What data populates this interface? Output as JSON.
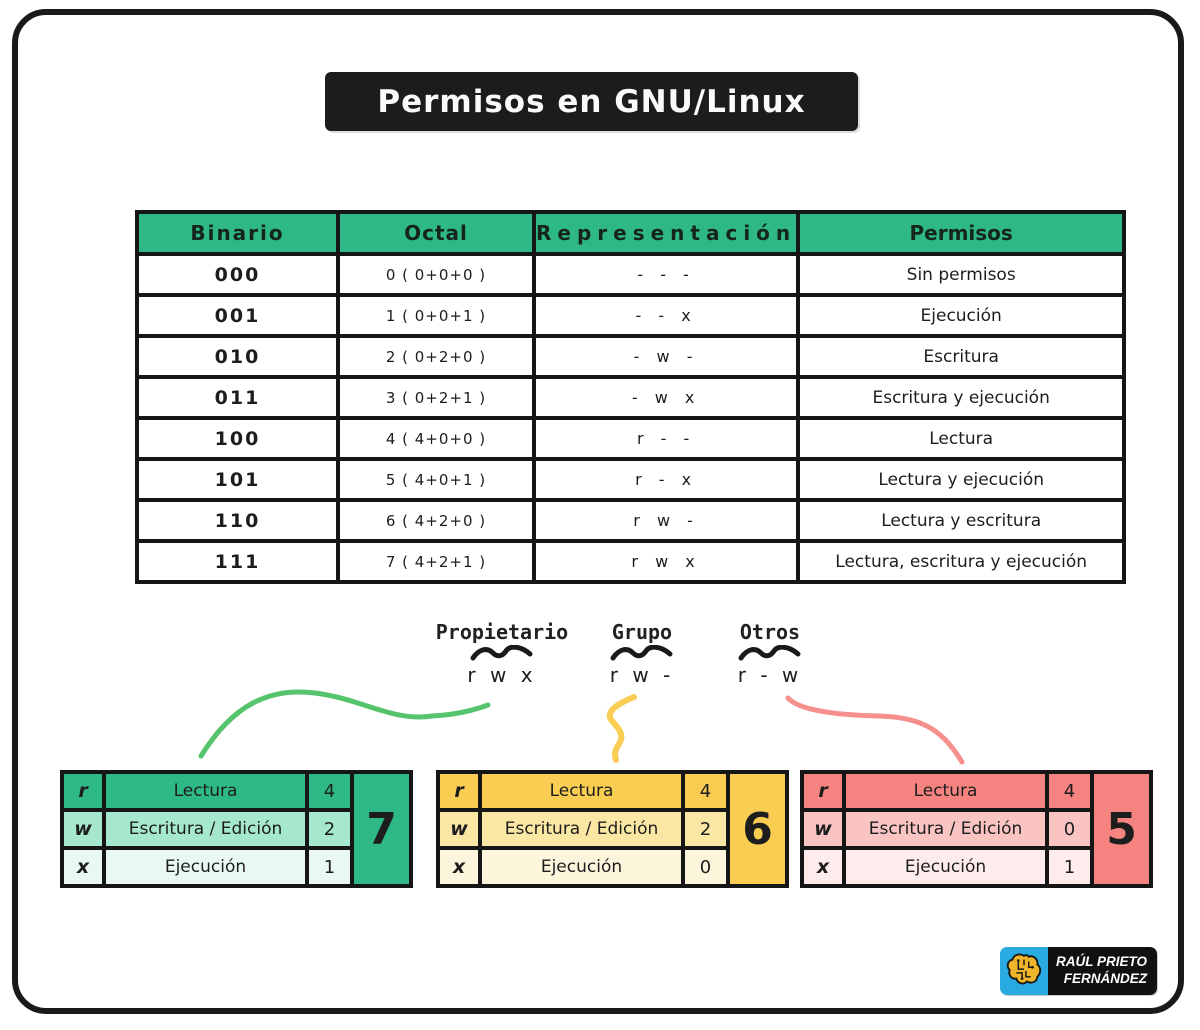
{
  "title": {
    "text": "Permisos en GNU/Linux"
  },
  "main_table": {
    "headers": [
      "Binario",
      "Octal",
      "Representación",
      "Permisos"
    ],
    "rows": [
      {
        "binario": "000",
        "octal": "0 ( 0+0+0 )",
        "representacion": "- - -",
        "permisos": "Sin permisos"
      },
      {
        "binario": "001",
        "octal": "1 ( 0+0+1 )",
        "representacion": "- - x",
        "permisos": "Ejecución"
      },
      {
        "binario": "010",
        "octal": "2 ( 0+2+0 )",
        "representacion": "- w -",
        "permisos": "Escritura"
      },
      {
        "binario": "011",
        "octal": "3 ( 0+2+1 )",
        "representacion": "- w x",
        "permisos": "Escritura y ejecución"
      },
      {
        "binario": "100",
        "octal": "4 ( 4+0+0 )",
        "representacion": "r - -",
        "permisos": "Lectura"
      },
      {
        "binario": "101",
        "octal": "5 ( 4+0+1 )",
        "representacion": "r - x",
        "permisos": "Lectura y ejecución"
      },
      {
        "binario": "110",
        "octal": "6 ( 4+2+0 )",
        "representacion": "r w -",
        "permisos": "Lectura y escritura"
      },
      {
        "binario": "111",
        "octal": "7 ( 4+2+1 )",
        "representacion": "r w x",
        "permisos": "Lectura, escritura y ejecución"
      }
    ]
  },
  "groups": [
    {
      "label": "Propietario",
      "perm": "r w x"
    },
    {
      "label": "Grupo",
      "perm": "r w -"
    },
    {
      "label": "Otros",
      "perm": "r - w"
    }
  ],
  "perm_tables": [
    {
      "name": "propietario",
      "total": "7",
      "rows": [
        {
          "letter": "r",
          "label": "Lectura",
          "value": "4"
        },
        {
          "letter": "w",
          "label": "Escritura / Edición",
          "value": "2"
        },
        {
          "letter": "x",
          "label": "Ejecución",
          "value": "1"
        }
      ]
    },
    {
      "name": "grupo",
      "total": "6",
      "rows": [
        {
          "letter": "r",
          "label": "Lectura",
          "value": "4"
        },
        {
          "letter": "w",
          "label": "Escritura / Edición",
          "value": "2"
        },
        {
          "letter": "x",
          "label": "Ejecución",
          "value": "0"
        }
      ]
    },
    {
      "name": "otros",
      "total": "5",
      "rows": [
        {
          "letter": "r",
          "label": "Lectura",
          "value": "4"
        },
        {
          "letter": "w",
          "label": "Escritura / Edición",
          "value": "0"
        },
        {
          "letter": "x",
          "label": "Ejecución",
          "value": "1"
        }
      ]
    }
  ],
  "logo": {
    "line1": "RAÚL PRIETO",
    "line2": "FERNÁNDEZ"
  },
  "colors": {
    "header_green": "#2eb886",
    "green_mid": "#a5e8cd",
    "green_pale": "#e9f9f1",
    "yellow": "#f8cd52",
    "yellow_mid": "#fbe7a4",
    "yellow_pale": "#fdf4dc",
    "pink": "#f5837f",
    "pink_mid": "#f9c4c2",
    "pink_pale": "#fdeceb",
    "curve_green": "#55c46d",
    "ink": "#1a1a1a",
    "logo_cyan": "#29abe2",
    "brain_yellow": "#f0b428"
  }
}
